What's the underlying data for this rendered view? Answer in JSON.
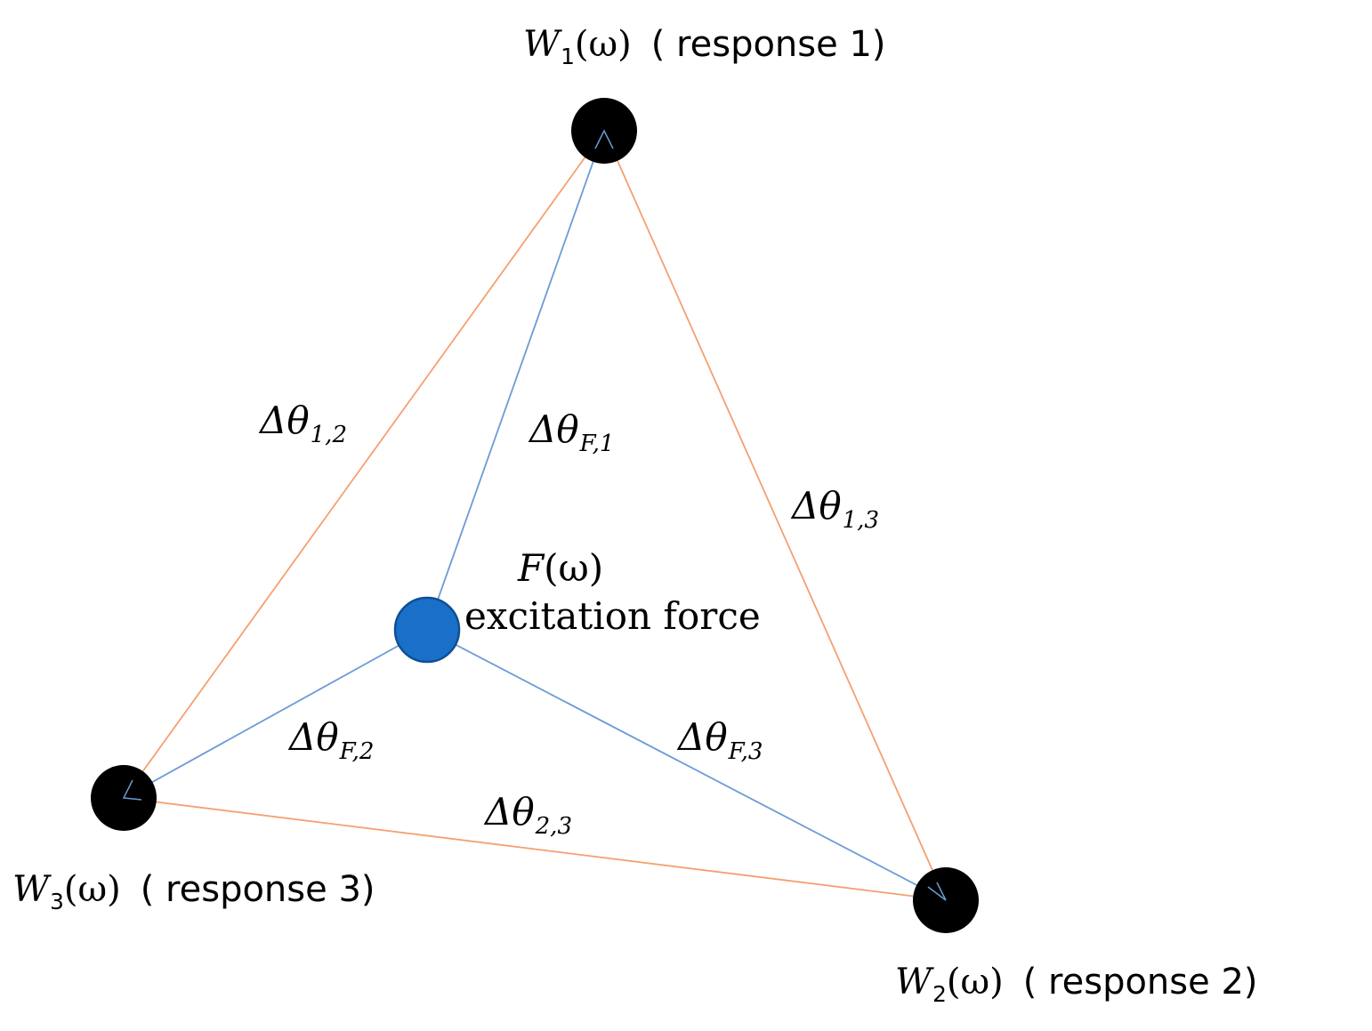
{
  "colors": {
    "response_node": "#000000",
    "force_node": "#1a70c8",
    "force_node_outline": "#0e4f94",
    "response_edge": "#f4a071",
    "force_edge": "#6c9bd6"
  },
  "nodes": {
    "response1": {
      "symbol": "W",
      "index": "1",
      "argument": "(ω)",
      "description": "( response 1)"
    },
    "response2": {
      "symbol": "W",
      "index": "2",
      "argument": "(ω)",
      "description": "( response 2)"
    },
    "response3": {
      "symbol": "W",
      "index": "3",
      "argument": "(ω)",
      "description": "( response 3)"
    },
    "force": {
      "symbol": "F",
      "argument": "(ω)",
      "description": "excitation force"
    }
  },
  "edges": {
    "e12": {
      "prefix": "Δθ",
      "subscript": "1,2",
      "kind": "response"
    },
    "e13": {
      "prefix": "Δθ",
      "subscript": "1,3",
      "kind": "response"
    },
    "e23": {
      "prefix": "Δθ",
      "subscript": "2,3",
      "kind": "response"
    },
    "eF1": {
      "prefix": "Δθ",
      "subscript": "F,1",
      "kind": "force"
    },
    "eF2": {
      "prefix": "Δθ",
      "subscript": "F,2",
      "kind": "force"
    },
    "eF3": {
      "prefix": "Δθ",
      "subscript": "F,3",
      "kind": "force"
    }
  }
}
